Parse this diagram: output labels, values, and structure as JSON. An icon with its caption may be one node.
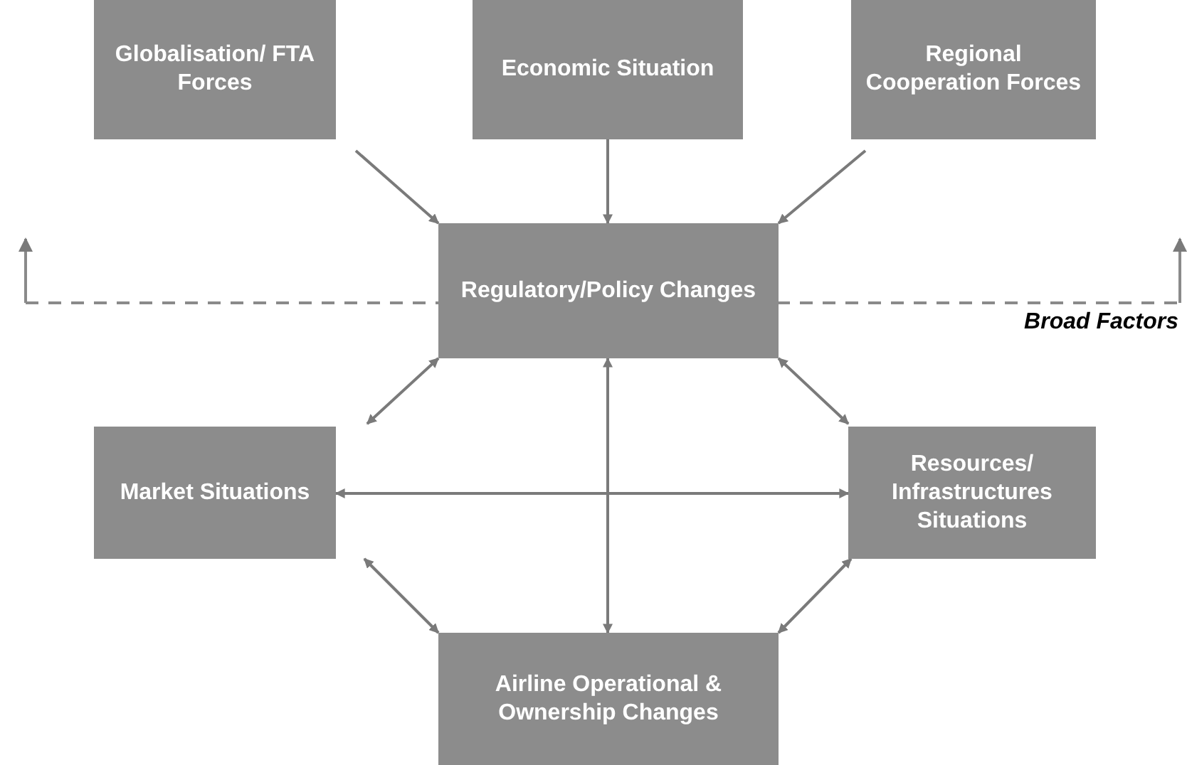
{
  "diagram": {
    "nodes": [
      {
        "text": [
          "Globalisation/ FTA Forces"
        ]
      },
      {
        "text": [
          "Economic Situation"
        ]
      },
      {
        "text": [
          "Regional Cooperation Forces"
        ]
      },
      {
        "text": [
          "Regulatory/Policy Changes"
        ]
      },
      {
        "text": [
          "Market Situations"
        ]
      },
      {
        "text": [
          "Resources/ Infrastructures Situations"
        ]
      },
      {
        "text": [
          "Airline Operational & Ownership Changes"
        ]
      }
    ],
    "edges": [
      {
        "from": 0,
        "to": 3,
        "arrow": "to"
      },
      {
        "from": 1,
        "to": 3,
        "arrow": "to"
      },
      {
        "from": 2,
        "to": 3,
        "arrow": "to"
      },
      {
        "from": 3,
        "to": 4,
        "arrow": "both"
      },
      {
        "from": 3,
        "to": 5,
        "arrow": "both"
      },
      {
        "from": 3,
        "to": 6,
        "arrow": "both"
      },
      {
        "from": 4,
        "to": 5,
        "arrow": "both"
      },
      {
        "from": 4,
        "to": 6,
        "arrow": "both"
      },
      {
        "from": 5,
        "to": 6,
        "arrow": "both"
      }
    ],
    "labels": [
      "Broad Factors"
    ]
  }
}
